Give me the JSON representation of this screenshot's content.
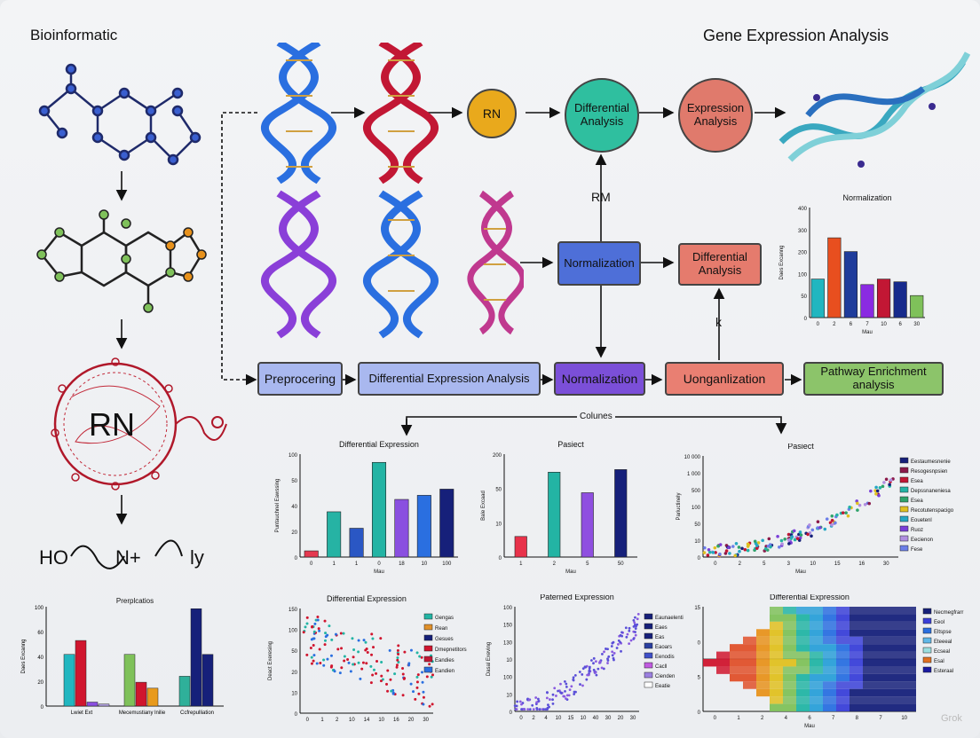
{
  "header": {
    "left_title": "Bioinformatic",
    "right_title": "Gene Expression Analysis"
  },
  "left_column": {
    "rn_label": "RN",
    "formula": {
      "h": "HO",
      "n": "N+",
      "ly": "ly"
    }
  },
  "flow": {
    "top": [
      {
        "label": "RN",
        "color": "#e9a91c"
      },
      {
        "label": "Differential Analysis",
        "color": "#2fbf9f"
      },
      {
        "label": "Expression Analysis",
        "color": "#e07a6c"
      }
    ],
    "rm_label": "RM",
    "middle": [
      {
        "label": "Normalization",
        "color": "#4e6fd8"
      },
      {
        "label": "Differential Analysis",
        "color": "#e57b6d"
      }
    ],
    "k_label": "k",
    "pipeline": [
      {
        "label": "Preprocering",
        "color": "#a9b8ef"
      },
      {
        "label": "Differential Expression Analysis",
        "color": "#a9b8ef"
      },
      {
        "label": "Normalization",
        "color": "#7b4fd8"
      },
      {
        "label": "Uonganlization",
        "color": "#e97f72"
      },
      {
        "label": "Pathway Enrichment analysis",
        "color": "#8cc46a"
      }
    ],
    "columns_label": "Colunes"
  },
  "chart_data": [
    {
      "id": "normalization",
      "type": "bar",
      "title": "Normalization",
      "xlabel": "Mau",
      "ylabel": "Daes Excanng",
      "ytick_labels": [
        "400",
        "300",
        "200",
        "100",
        "50",
        "0"
      ],
      "xtick_labels": [
        "0",
        "2",
        "6",
        "7",
        "10",
        "6",
        "30"
      ],
      "ylim": [
        0,
        400
      ],
      "values": [
        140,
        290,
        240,
        120,
        140,
        130,
        80
      ],
      "colors": [
        "#21b6c0",
        "#e84f1f",
        "#1f3c9b",
        "#8a2be2",
        "#c21734",
        "#172a8c",
        "#7fc15a"
      ]
    },
    {
      "id": "differential-expression",
      "type": "bar",
      "title": "Differential Expression",
      "xlabel": "Mau",
      "ylabel": "Puntauchnel Eawssing",
      "ytick_labels": [
        "100",
        "50",
        "40",
        "20",
        "0"
      ],
      "xtick_labels": [
        "0",
        "1",
        "1",
        "0",
        "18",
        "10",
        "100"
      ],
      "ylim": [
        0,
        100
      ],
      "values": [
        6,
        44,
        28,
        92,
        56,
        60,
        66
      ],
      "colors": [
        "#e53950",
        "#26b3a4",
        "#2a57c4",
        "#23b4a4",
        "#8a4fe0",
        "#2a6fe0",
        "#16207a"
      ]
    },
    {
      "id": "pasiect",
      "type": "bar",
      "title": "Pasiect",
      "xlabel": "Mau",
      "ylabel": "Bale Excaad",
      "ytick_labels": [
        "200",
        "50",
        "10",
        "0"
      ],
      "xtick_labels": [
        "1",
        "2",
        "5",
        "50"
      ],
      "ylim": [
        0,
        200
      ],
      "values": [
        40,
        165,
        125,
        170
      ],
      "colors": [
        "#e8324a",
        "#23b4a4",
        "#8f4fe0",
        "#16207a"
      ]
    },
    {
      "id": "pasiect-scatter",
      "type": "scatter",
      "title": "Pasiect",
      "xlabel": "Mau",
      "ylabel": "Pariuctinely",
      "ytick_labels": [
        "10 000",
        "1 000",
        "500",
        "100",
        "50",
        "10",
        "0"
      ],
      "xtick_labels": [
        "0",
        "2",
        "5",
        "3",
        "10",
        "15",
        "16",
        "30"
      ],
      "legend": [
        "Eestaumesnenie",
        "Resogesnpsien",
        "Esea",
        "Depssnaneniesa",
        "Esea",
        "Recotutenspacigo",
        "Eouetenl",
        "Ruoz",
        "Eecienon",
        "Fese"
      ],
      "legend_colors": [
        "#16207a",
        "#8b1a4a",
        "#c21734",
        "#23b4a4",
        "#2fa36b",
        "#e0c020",
        "#25a7c4",
        "#7a3fd8",
        "#b08ee0",
        "#6c7fe8"
      ]
    },
    {
      "id": "prerplcatios",
      "type": "bar",
      "title": "Prerplcatios",
      "ylabel": "Daes Excanng",
      "ytick_labels": [
        "100",
        "60",
        "40",
        "20",
        "0"
      ],
      "categories": [
        "Lwiet Ext",
        "Mecemustiany lnilie",
        "Ccfrepulliation"
      ],
      "ylim": [
        0,
        100
      ],
      "values": [
        52,
        66,
        4,
        2,
        52,
        24,
        18,
        30,
        98,
        52
      ],
      "colors": [
        "#21b6c0",
        "#d0152e",
        "#8a4fe0",
        "#b0a0e0",
        "#7fc15a",
        "#d0152e",
        "#e89a1c",
        "#2fb09a",
        "#16207a",
        "#16207a"
      ]
    },
    {
      "id": "differential-expression-scatter",
      "type": "scatter",
      "title": "Differential Expression",
      "ylabel": "Deact Exeresing",
      "ytick_labels": [
        "150",
        "100",
        "50",
        "20",
        "10",
        "0"
      ],
      "xtick_labels": [
        "0",
        "1",
        "2",
        "10",
        "14",
        "10",
        "16",
        "20",
        "30"
      ],
      "legend": [
        "Gengas",
        "Rean",
        "Gesues",
        "Dmepnetitors",
        "Eandies",
        "Eandien"
      ],
      "legend_colors": [
        "#23b4a4",
        "#e0902a",
        "#16207a",
        "#d0152e",
        "#c21734",
        "#2a6fe0"
      ]
    },
    {
      "id": "paterned-expression",
      "type": "scatter",
      "title": "Paterned Expression",
      "ylabel": "Dasal Exeving",
      "ytick_labels": [
        "100",
        "150",
        "130",
        "10",
        "100",
        "10",
        "0"
      ],
      "xtick_labels": [
        "0",
        "2",
        "4",
        "10",
        "15",
        "10",
        "40",
        "30",
        "20",
        "30"
      ],
      "legend": [
        "Eaunaelenti",
        "Eaes",
        "Eas",
        "Eaoars",
        "Eenodis",
        "Cacll",
        "Cienden",
        "Eeatie"
      ],
      "legend_colors": [
        "#16207a",
        "#16207a",
        "#16207a",
        "#2a3fa0",
        "#3f4fc8",
        "#c05ae0",
        "#9b7fe0",
        "#ffffff"
      ]
    },
    {
      "id": "differential-heatmap",
      "type": "heatmap",
      "title": "Differential Expression",
      "xlabel": "Mau",
      "ytick_labels": [
        "15",
        "0",
        "5",
        "0"
      ],
      "xtick_labels": [
        "0",
        "1",
        "2",
        "4",
        "6",
        "7",
        "8",
        "7",
        "10"
      ],
      "legend": [
        "Necmegfrarr",
        "Eeol",
        "Eltspse",
        "Eteeeal",
        "Ecseal",
        "Esal",
        "Esteraal"
      ],
      "legend_colors": [
        "#16207a",
        "#3a3fd8",
        "#2a6fe0",
        "#5fb8e8",
        "#9adfe0",
        "#e07020",
        "#1a1aa0"
      ]
    }
  ],
  "watermark": "Grok"
}
